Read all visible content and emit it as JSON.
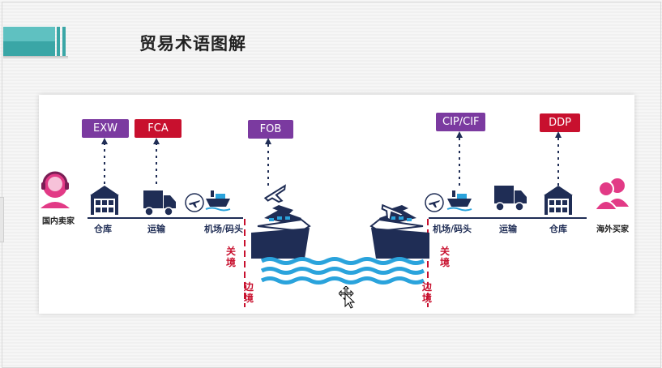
{
  "title": "贸易术语图解",
  "terms": [
    {
      "id": "exw",
      "label": "EXW",
      "color": "#7b3aa0"
    },
    {
      "id": "fca",
      "label": "FCA",
      "color": "#c8102e"
    },
    {
      "id": "fob",
      "label": "FOB",
      "color": "#7b3aa0"
    },
    {
      "id": "cip",
      "label": "CIP/CIF",
      "color": "#7b3aa0"
    },
    {
      "id": "ddp",
      "label": "DDP",
      "color": "#c8102e"
    }
  ],
  "parties": {
    "seller": "国内卖家",
    "buyer": "海外买家"
  },
  "stages": {
    "left_warehouse": "仓库",
    "left_transport": "运输",
    "left_port": "机场/码头",
    "right_port": "机场/码头",
    "right_transport": "运输",
    "right_warehouse": "仓库"
  },
  "borders": {
    "left_customs": "关境",
    "left_border": "边境",
    "right_customs": "关境",
    "right_border": "边境"
  },
  "colors": {
    "navy": "#1f2d55",
    "purple": "#7b3aa0",
    "red": "#c8102e",
    "sea": "#2aa3dc",
    "teal": "#3aa6a6"
  },
  "icons": [
    "headset-person-icon",
    "warehouse-icon",
    "truck-icon",
    "airplane-icon",
    "cargo-ship-icon",
    "person-group-icon",
    "move-cursor-icon"
  ]
}
